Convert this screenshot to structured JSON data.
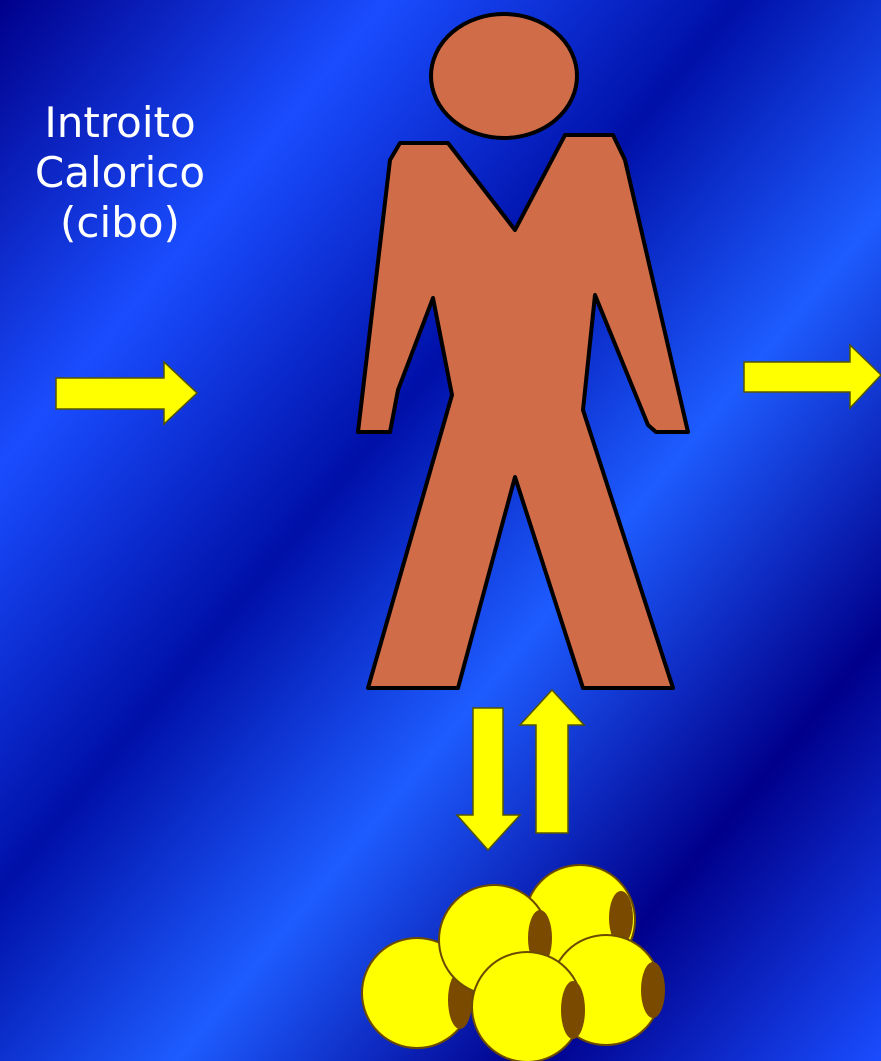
{
  "label": {
    "lines": [
      "Introito",
      "Calorico",
      "(cibo)"
    ]
  },
  "icons": {
    "person": "person-figure-icon",
    "fat_cells": "fat-cells-icon",
    "arrow_in": "arrow-right-icon",
    "arrow_out": "arrow-right-icon",
    "arrow_down": "arrow-down-icon",
    "arrow_up": "arrow-up-icon"
  },
  "colors": {
    "background_dark": "#00008b",
    "background_light": "#1e5cff",
    "person_fill": "#d06c48",
    "arrow_fill": "#ffff00",
    "cell_fill": "#ffff00",
    "nucleus_fill": "#7a4a00"
  }
}
